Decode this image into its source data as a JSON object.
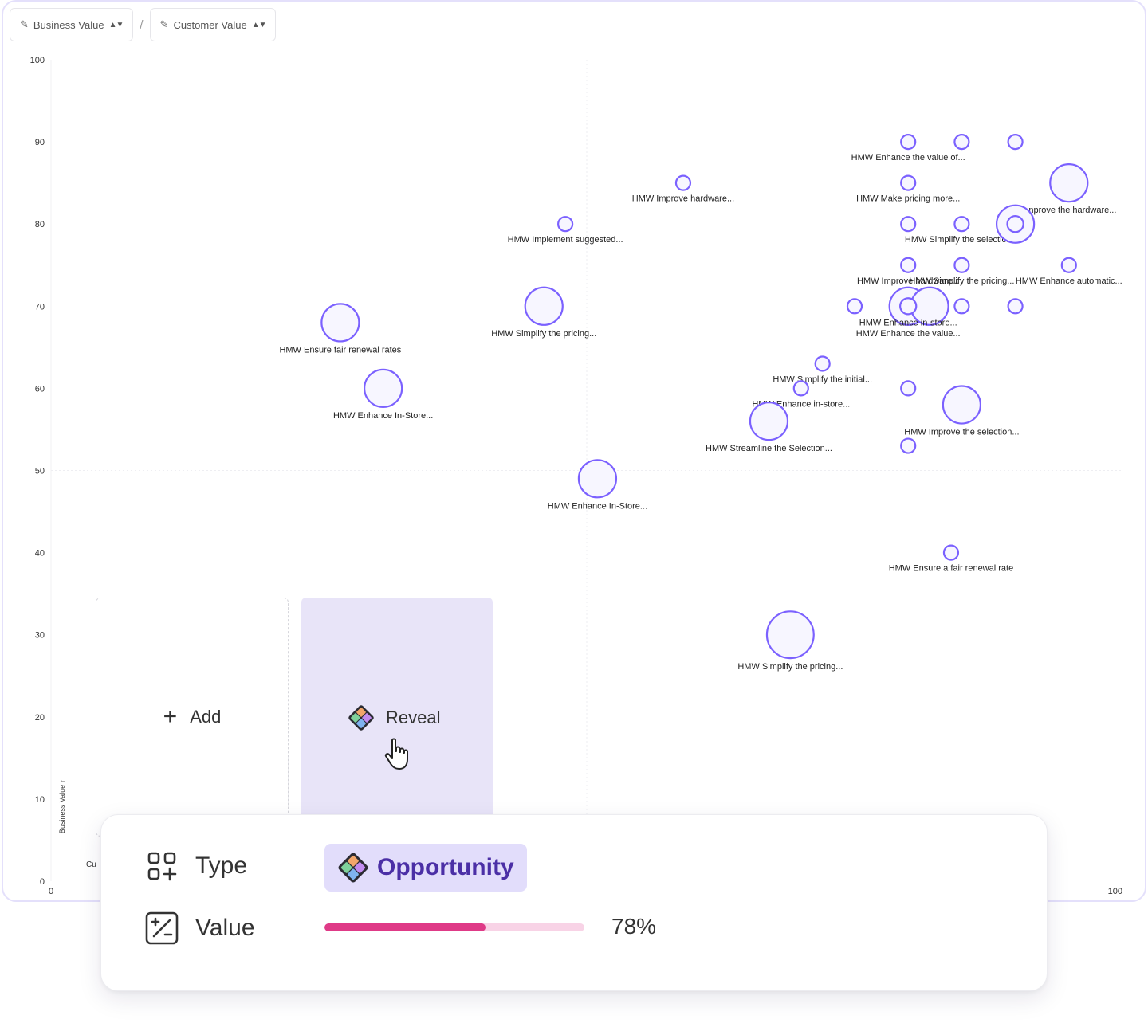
{
  "toolbar": {
    "y_metric": "Business Value",
    "separator": "/",
    "x_metric": "Customer Value"
  },
  "chart_data": {
    "type": "scatter",
    "ylim": [
      0,
      100
    ],
    "xlim": [
      0,
      100
    ],
    "y_ticks": [
      "0",
      "10",
      "20",
      "30",
      "40",
      "50",
      "60",
      "70",
      "80",
      "90",
      "100"
    ],
    "x_ticks": [
      "0",
      "100"
    ],
    "ylabel": "Business Value ↑",
    "xlabel_fragment": "Cu",
    "points": [
      {
        "x": 80,
        "y": 90,
        "r": 1,
        "label": "HMW Enhance the value of..."
      },
      {
        "x": 85,
        "y": 90,
        "r": 0.6,
        "label": ""
      },
      {
        "x": 90,
        "y": 90,
        "r": 0.6,
        "label": ""
      },
      {
        "x": 59,
        "y": 85,
        "r": 0.6,
        "label": "HMW Improve hardware..."
      },
      {
        "x": 80,
        "y": 85,
        "r": 0.6,
        "label": "HMW Make pricing more..."
      },
      {
        "x": 95,
        "y": 85,
        "r": 2.8,
        "label": "...nprove the hardware..."
      },
      {
        "x": 48,
        "y": 80,
        "r": 0.6,
        "label": "HMW Implement suggested..."
      },
      {
        "x": 80,
        "y": 80,
        "r": 0.6,
        "label": ""
      },
      {
        "x": 85,
        "y": 80,
        "r": 0.6,
        "label": "HMW Simplify the selection..."
      },
      {
        "x": 90,
        "y": 80,
        "r": 2.8,
        "label": ""
      },
      {
        "x": 90,
        "y": 80,
        "r": 1.2,
        "label": ""
      },
      {
        "x": 85,
        "y": 75,
        "r": 0.6,
        "label": "HMW Simplify the pricing..."
      },
      {
        "x": 80,
        "y": 75,
        "r": 0.6,
        "label": "HMW Improve hardware..."
      },
      {
        "x": 95,
        "y": 75,
        "r": 0.6,
        "label": "HMW Enhance automatic..."
      },
      {
        "x": 27,
        "y": 68,
        "r": 2.8,
        "label": "HMW Ensure fair renewal rates"
      },
      {
        "x": 46,
        "y": 70,
        "r": 2.8,
        "label": "HMW Simplify the pricing..."
      },
      {
        "x": 75,
        "y": 70,
        "r": 0.6,
        "label": ""
      },
      {
        "x": 80,
        "y": 70,
        "r": 2.8,
        "label": "HMW Enhance the value..."
      },
      {
        "x": 82,
        "y": 70,
        "r": 2.8,
        "label": ""
      },
      {
        "x": 80,
        "y": 70,
        "r": 1.2,
        "label": "HMW Enhance in-store..."
      },
      {
        "x": 85,
        "y": 70,
        "r": 0.6,
        "label": ""
      },
      {
        "x": 90,
        "y": 70,
        "r": 0.6,
        "label": ""
      },
      {
        "x": 72,
        "y": 63,
        "r": 0.6,
        "label": "HMW Simplify the initial..."
      },
      {
        "x": 70,
        "y": 60,
        "r": 0.6,
        "label": "HMW Enhance in-store..."
      },
      {
        "x": 31,
        "y": 60,
        "r": 2.8,
        "label": "HMW Enhance In-Store..."
      },
      {
        "x": 80,
        "y": 60,
        "r": 0.6,
        "label": ""
      },
      {
        "x": 67,
        "y": 56,
        "r": 2.8,
        "label": "HMW Streamline the Selection..."
      },
      {
        "x": 85,
        "y": 58,
        "r": 2.8,
        "label": "HMW Improve the selection..."
      },
      {
        "x": 80,
        "y": 53,
        "r": 0.6,
        "label": ""
      },
      {
        "x": 51,
        "y": 49,
        "r": 2.8,
        "label": "HMW Enhance In-Store..."
      },
      {
        "x": 84,
        "y": 40,
        "r": 0.6,
        "label": "HMW Ensure a fair renewal rate"
      },
      {
        "x": 69,
        "y": 30,
        "r": 3.5,
        "label": "HMW Simplify the pricing..."
      }
    ]
  },
  "add_card": {
    "label": "Add"
  },
  "reveal_card": {
    "label": "Reveal"
  },
  "info": {
    "type_label": "Type",
    "type_value": "Opportunity",
    "value_label": "Value",
    "value_percent_text": "78%",
    "value_fraction": 0.62
  },
  "colors": {
    "bubble_stroke": "#7b61ff",
    "chip_bg": "#e2ddfb",
    "chip_text": "#4b2fa6",
    "progress_fill": "#df3a87",
    "progress_track": "#f8d3e6",
    "reveal_bg": "#e8e4f8"
  }
}
